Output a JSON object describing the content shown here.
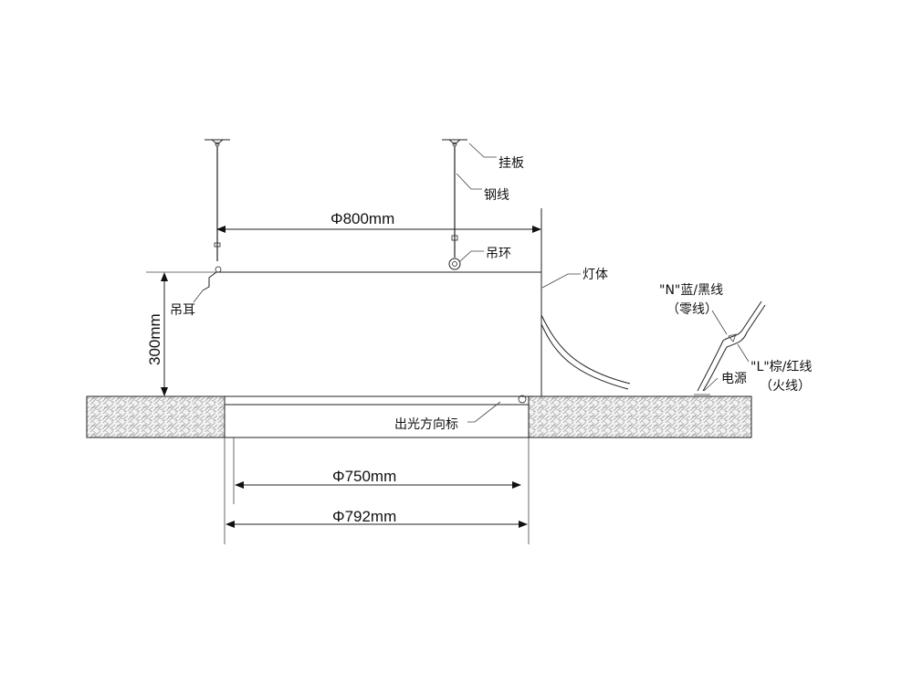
{
  "labels": {
    "hanging_plate": "挂板",
    "steel_wire": "钢线",
    "lifting_ring": "吊环",
    "lamp_body": "灯体",
    "lifting_ear": "吊耳",
    "neutral_wire": "\"N\"蓝/黑线",
    "neutral_note": "（零线）",
    "live_wire": "\"L\"棕/红线",
    "live_note": "（火线）",
    "power_source": "电源",
    "light_direction_mark": "出光方向标"
  },
  "dimensions": {
    "lamp_diameter": "Φ800mm",
    "height": "300mm",
    "opening_inner": "Φ750mm",
    "opening_outer": "Φ792mm"
  },
  "colors": {
    "line": "#222222",
    "ceiling_fill": "#f2f2f2",
    "ceiling_hatch": "#9a9a9a"
  }
}
